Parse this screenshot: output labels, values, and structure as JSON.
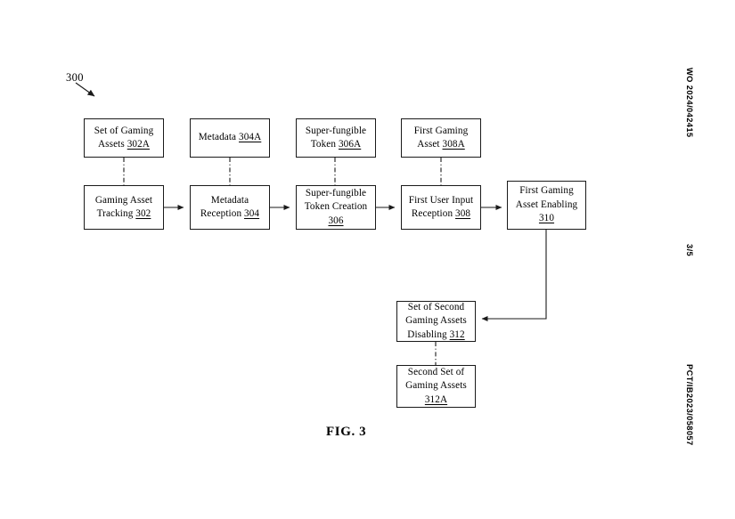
{
  "page": {
    "figure_label": "300",
    "caption": "FIG. 3",
    "page_number": "3/5",
    "publication_number": "WO 2024/042415",
    "application_number": "PCT/IB2023/058057",
    "background_color": "#ffffff",
    "line_color": "#1a1a1a"
  },
  "nodes": {
    "set_of_gaming_assets_302a": {
      "line1": "Set of Gaming",
      "line2": "Assets ",
      "ref": "302A"
    },
    "metadata_304a": {
      "line1": "Metadata ",
      "line2": "",
      "ref": "304A"
    },
    "super_fungible_token_306a": {
      "line1": "Super-fungible",
      "line2": "Token ",
      "ref": "306A"
    },
    "first_gaming_asset_308a": {
      "line1": "First Gaming",
      "line2": "Asset ",
      "ref": "308A"
    },
    "gaming_asset_tracking_302": {
      "line1": "Gaming Asset",
      "line2": "Tracking ",
      "ref": "302"
    },
    "metadata_reception_304": {
      "line1": "Metadata",
      "line2": "Reception ",
      "ref": "304"
    },
    "super_fungible_token_creation_306": {
      "line1": "Super-fungible",
      "line2": "Token Creation",
      "ref": "306"
    },
    "first_user_input_reception_308": {
      "line1": "First User Input",
      "line2": "Reception ",
      "ref": "308"
    },
    "first_gaming_asset_enabling_310": {
      "line1": "First Gaming",
      "line2": "Asset Enabling",
      "ref": "310"
    },
    "set_of_second_gaming_assets_disabling_312": {
      "line1": "Set of Second",
      "line2": "Gaming Assets",
      "line3": "Disabling ",
      "ref": "312"
    },
    "second_set_of_gaming_assets_312a": {
      "line1": "Second Set of",
      "line2": "Gaming Assets",
      "line3": "",
      "ref": "312A"
    }
  },
  "chart_data": {
    "type": "diagram",
    "title": "FIG. 3",
    "orientation": "left-to-right flowchart with dash-dot attachment boxes",
    "process_sequence": [
      "Gaming Asset Tracking 302",
      "Metadata Reception 304",
      "Super-fungible Token Creation 306",
      "First User Input Reception 308",
      "First Gaming Asset Enabling 310",
      "Set of Second Gaming Assets Disabling 312"
    ],
    "attached_entities": [
      {
        "process": "302",
        "entity": "Set of Gaming Assets 302A",
        "position": "above",
        "connector": "dash-dot"
      },
      {
        "process": "304",
        "entity": "Metadata 304A",
        "position": "above",
        "connector": "dash-dot"
      },
      {
        "process": "306",
        "entity": "Super-fungible Token 306A",
        "position": "above",
        "connector": "dash-dot"
      },
      {
        "process": "308",
        "entity": "First Gaming Asset 308A",
        "position": "above",
        "connector": "dash-dot"
      },
      {
        "process": "312",
        "entity": "Second Set of Gaming Assets 312A",
        "position": "below",
        "connector": "dash-dot"
      }
    ],
    "solid_arrows": [
      {
        "from": "302",
        "to": "304"
      },
      {
        "from": "304",
        "to": "306"
      },
      {
        "from": "306",
        "to": "308"
      },
      {
        "from": "308",
        "to": "310"
      },
      {
        "from": "310",
        "to": "312",
        "path": "down-then-left"
      }
    ]
  }
}
